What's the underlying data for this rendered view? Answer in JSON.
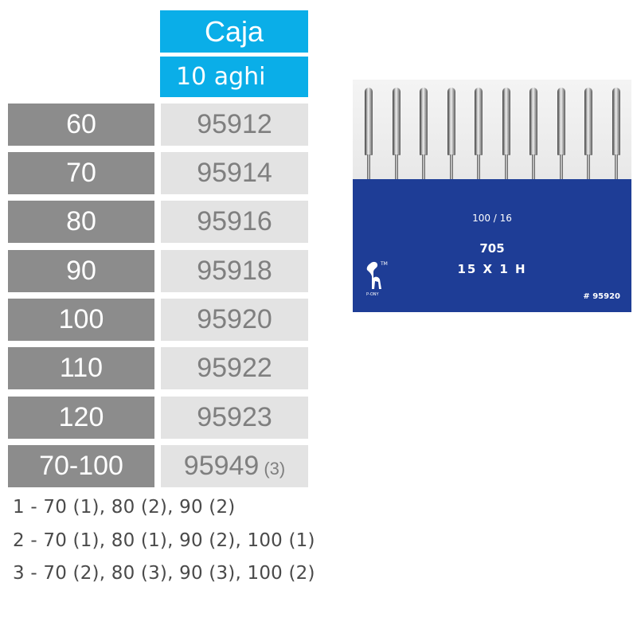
{
  "header": {
    "caja": "Caja",
    "aghi": "10 aghi"
  },
  "rows": [
    {
      "size": "60",
      "code": "95912",
      "note": ""
    },
    {
      "size": "70",
      "code": "95914",
      "note": ""
    },
    {
      "size": "80",
      "code": "95916",
      "note": ""
    },
    {
      "size": "90",
      "code": "95918",
      "note": ""
    },
    {
      "size": "100",
      "code": "95920",
      "note": ""
    },
    {
      "size": "110",
      "code": "95922",
      "note": ""
    },
    {
      "size": "120",
      "code": "95923",
      "note": ""
    },
    {
      "size": "70-100",
      "code": "95949",
      "note": "(3)"
    }
  ],
  "footnotes": [
    "1 - 70 (1), 80 (2), 90 (2)",
    "2 - 70 (1), 80 (1), 90 (2), 100 (1)",
    "3 - 70 (2), 80 (3), 90 (3), 100 (2)"
  ],
  "product_card": {
    "size_label": "100 / 16",
    "system": "705",
    "type": "15 X 1 H",
    "article": "# 95920",
    "logo_icon": "pony-horse-logo",
    "needle_count": 10,
    "colors": {
      "blue": "#1e3d96",
      "header_blue": "#0aaee8",
      "grey": "#8c8c8c",
      "light_grey": "#e3e3e3"
    }
  }
}
